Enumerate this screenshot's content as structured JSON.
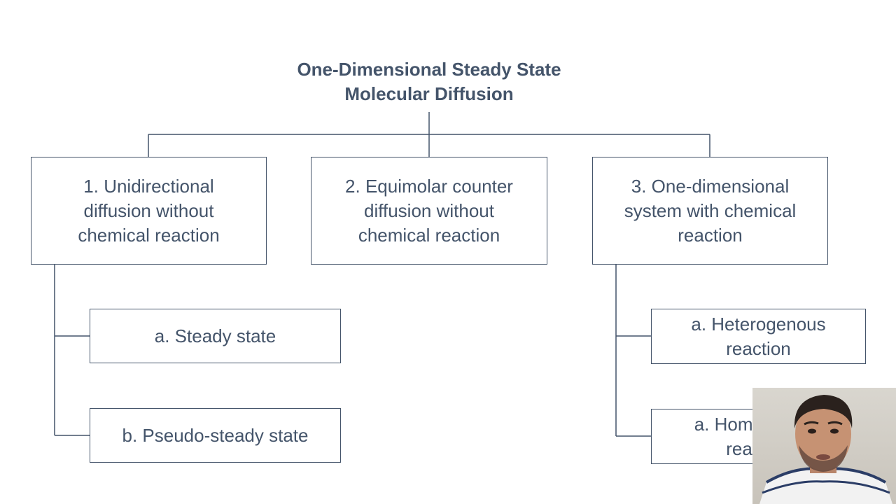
{
  "title": {
    "line1": "One-Dimensional Steady State",
    "line2": "Molecular Diffusion"
  },
  "categories": [
    {
      "lines": [
        "1. Unidirectional",
        "diffusion without",
        "chemical reaction"
      ]
    },
    {
      "lines": [
        "2. Equimolar counter",
        "diffusion without",
        "chemical reaction"
      ]
    },
    {
      "lines": [
        "3. One-dimensional",
        "system with chemical",
        "reaction"
      ]
    }
  ],
  "subcategories_1": [
    {
      "lines": [
        "a. Steady state"
      ]
    },
    {
      "lines": [
        "b. Pseudo-steady state"
      ]
    }
  ],
  "subcategories_3": [
    {
      "lines": [
        "a. Heterogenous",
        "reaction"
      ]
    },
    {
      "lines": [
        "a. Homogenous",
        "reaction"
      ]
    }
  ],
  "colors": {
    "text": "#44546a",
    "lines": "#44546a",
    "background": "#ffffff"
  }
}
